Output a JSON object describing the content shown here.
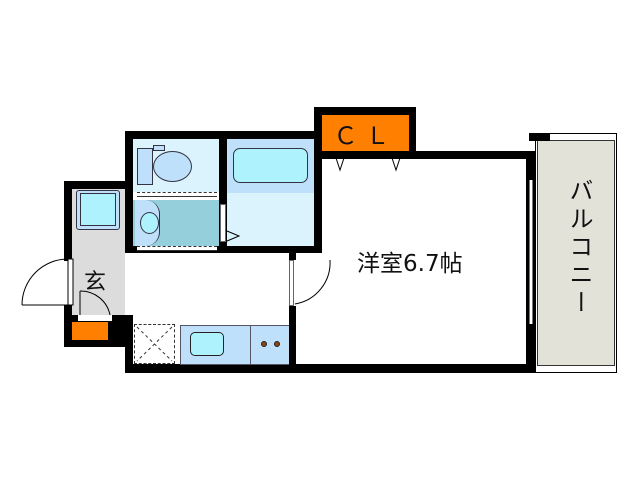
{
  "floorplan": {
    "rooms": {
      "western_room": {
        "label": "洋室6.7帖"
      },
      "closet": {
        "label": "ＣＬ"
      },
      "balcony": {
        "label": "バルコニー"
      },
      "entrance": {
        "label": "玄"
      }
    },
    "colors": {
      "wall": "#000000",
      "closet": "#ff8000",
      "wet_area": "#daf3fd",
      "fixture": "#bfe0fb",
      "fixture_inner": "#aef2fd",
      "washroom_floor": "#95cfdc",
      "entrance_floor": "#dcdcdc",
      "balcony": "#e2e2d8",
      "shoe_box": "#ff8000",
      "stove_burner": "#8b4513"
    }
  }
}
